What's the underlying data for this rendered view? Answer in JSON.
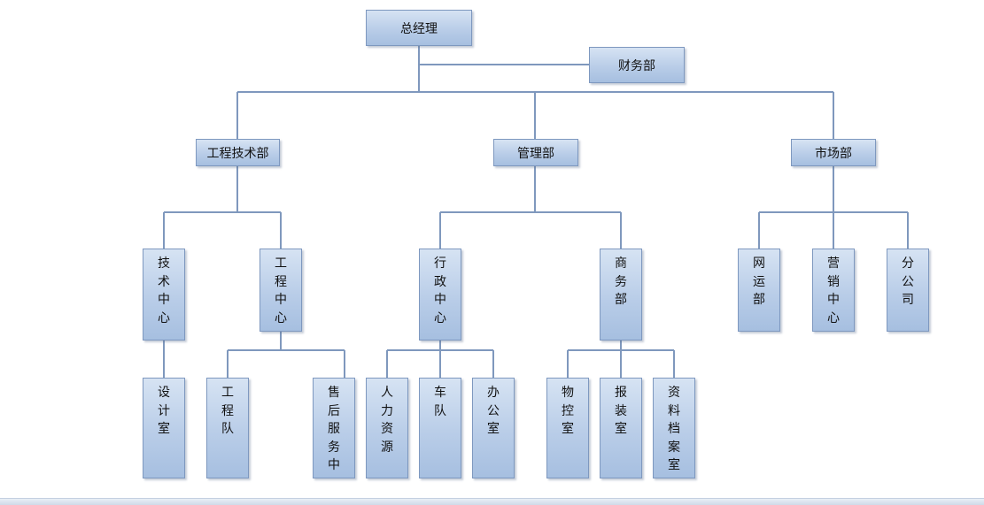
{
  "nodes": {
    "gm": "总经理",
    "finance": "财务部",
    "eng_dept": "工程技术部",
    "mgmt_dept": "管理部",
    "market_dept": "市场部",
    "tech_center": "技\n术\n中\n心",
    "eng_center": "工\n程\n中\n心",
    "admin_center": "行\n政\n中\n心",
    "business_dept": "商\n务\n部",
    "net_dept": "网\n运\n部",
    "sales_center": "营\n销\n中\n心",
    "branch": "分\n公\n司",
    "design_room": "设\n计\n室",
    "eng_team": "工\n程\n队",
    "after_sales": "售\n后\n服\n务\n中",
    "hr": "人\n力\n资\n源",
    "fleet": "车\n队",
    "office": "办\n公\n室",
    "logistics": "物\n控\n室",
    "customs": "报\n装\n室",
    "archives": "资\n料\n档\n案\n室"
  },
  "colors": {
    "connector": "#7f98bd",
    "box_fill": "#b9cde8",
    "box_border": "#7e98bf"
  }
}
